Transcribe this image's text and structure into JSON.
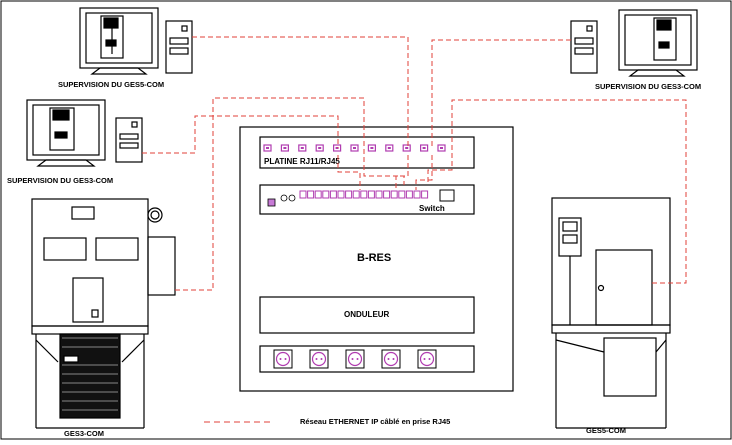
{
  "labels": {
    "supervision_tl": "SUPERVISION DU GES5-COM",
    "supervision_tr": "SUPERVISION DU GES3-COM",
    "supervision_ml": "SUPERVISION DU GES3-COM",
    "platine": "PLATINE RJ11/RJ45",
    "switch": "Switch",
    "bres": "B-RES",
    "onduleur": "ONDULEUR",
    "ges3": "GES3-COM",
    "ges5": "GES5-COM",
    "legend": "Réseau ETHERNET IP  câblé en prise RJ45"
  },
  "colors": {
    "line": "#000000",
    "network": "#e0403a",
    "port": "#b03cb0"
  },
  "counts": {
    "platine_ports": 11,
    "switch_ports": 17,
    "outlets": 5
  }
}
